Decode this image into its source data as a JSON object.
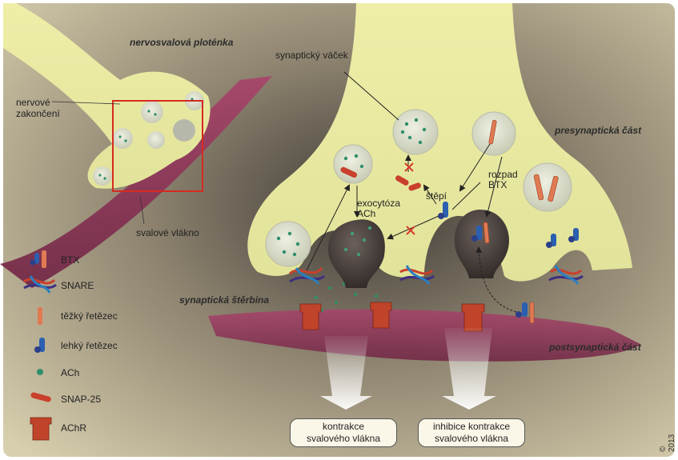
{
  "labels": {
    "neuromuscular_plate": "nervosvalová ploténka",
    "nerve_ending": "nervové\nzakončení",
    "muscle_fiber": "svalové vlákno",
    "synaptic_vesicle": "synaptický váček",
    "presynaptic": "presynaptická část",
    "exocytosis": "exocytóza\nACh",
    "cleaves": "štěpí",
    "btx_breakdown": "rozpad\nBTX",
    "synaptic_cleft": "synaptická štěrbina",
    "postsynaptic": "postsynaptická část"
  },
  "legend": [
    {
      "icon": "btx-icon",
      "label": "BTX"
    },
    {
      "icon": "snare-icon",
      "label": "SNARE"
    },
    {
      "icon": "heavy-chain-icon",
      "label": "těžký řetězec"
    },
    {
      "icon": "light-chain-icon",
      "label": "lehký řetězec"
    },
    {
      "icon": "ach-icon",
      "label": "ACh"
    },
    {
      "icon": "snap25-icon",
      "label": "SNAP-25"
    },
    {
      "icon": "achr-icon",
      "label": "AChR"
    }
  ],
  "outcomes": {
    "contraction": "kontrakce\nsvalového vlákna",
    "inhibition": "inhibice kontrakce\nsvalového vlákna"
  },
  "signature": "© 2013",
  "colors": {
    "neuron": "#e6e7a0",
    "muscle": "#8c2f55",
    "vesicle": "#d8dcc8",
    "fused_vesicle": "#4b4240",
    "achr": "#c0442a",
    "background": "#a59c86",
    "highlight_box": "#d62a20"
  }
}
